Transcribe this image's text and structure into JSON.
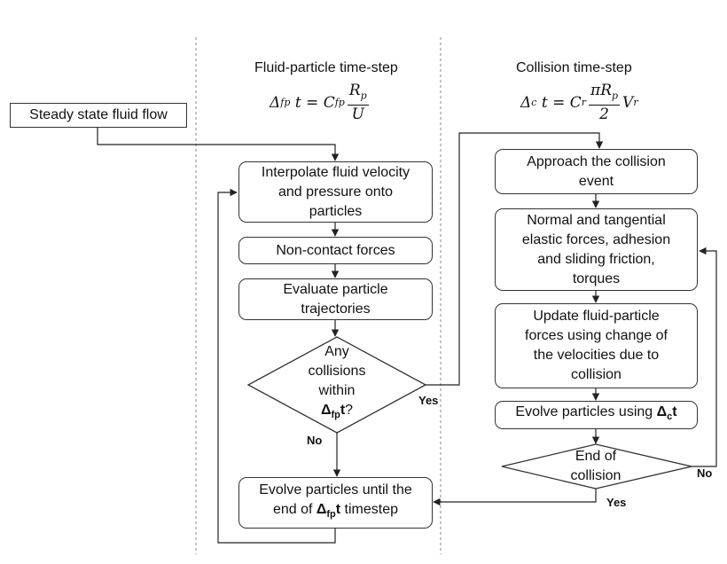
{
  "headers": {
    "fluid": "Fluid-particle time-step",
    "collision": "Collision time-step"
  },
  "formulas": {
    "fluid": {
      "lhs": "Δ",
      "lhs_sub": "fp",
      "lhs_t": "t = C",
      "c_sub": "fp",
      "num": "R",
      "num_sub": "p",
      "den": "U"
    },
    "collision": {
      "lhs": "Δ",
      "lhs_sub": "c",
      "lhs_t": "t = C",
      "c_sub": "r",
      "num": "πR",
      "num_sub": "p",
      "den": "2",
      "tail": "V",
      "tail_sub": "r"
    }
  },
  "nodes": {
    "steady": "Steady state fluid flow",
    "interp_l1": "Interpolate fluid velocity",
    "interp_l2": "and pressure onto",
    "interp_l3": "particles",
    "noncontact": "Non-contact forces",
    "traj_l1": "Evaluate particle",
    "traj_l2": "trajectories",
    "any_l1": "Any",
    "any_l2": "collisions",
    "any_l3": "within",
    "any_delta": "Δ",
    "any_sub": "fp",
    "any_t": "t",
    "any_q": "?",
    "evolve_l1": "Evolve particles until the",
    "evolve_pre": "end of ",
    "evolve_delta": "Δ",
    "evolve_sub": "fp",
    "evolve_t": "t",
    "evolve_post": " timestep",
    "approach_l1": "Approach the collision",
    "approach_l2": "event",
    "normal_l1": "Normal and tangential",
    "normal_l2": "elastic forces, adhesion",
    "normal_l3": "and sliding friction,",
    "normal_l4": "torques",
    "update_l1": "Update fluid-particle",
    "update_l2": "forces using change of",
    "update_l3": "the velocities due to",
    "update_l4": "collision",
    "evolvec_pre": "Evolve particles using ",
    "evolvec_delta": "Δ",
    "evolvec_sub": "c",
    "evolvec_t": "t",
    "end_l1": "End of",
    "end_l2": "collision"
  },
  "edge_labels": {
    "any_yes": "Yes",
    "any_no": "No",
    "end_no": "No",
    "end_yes": "Yes"
  }
}
